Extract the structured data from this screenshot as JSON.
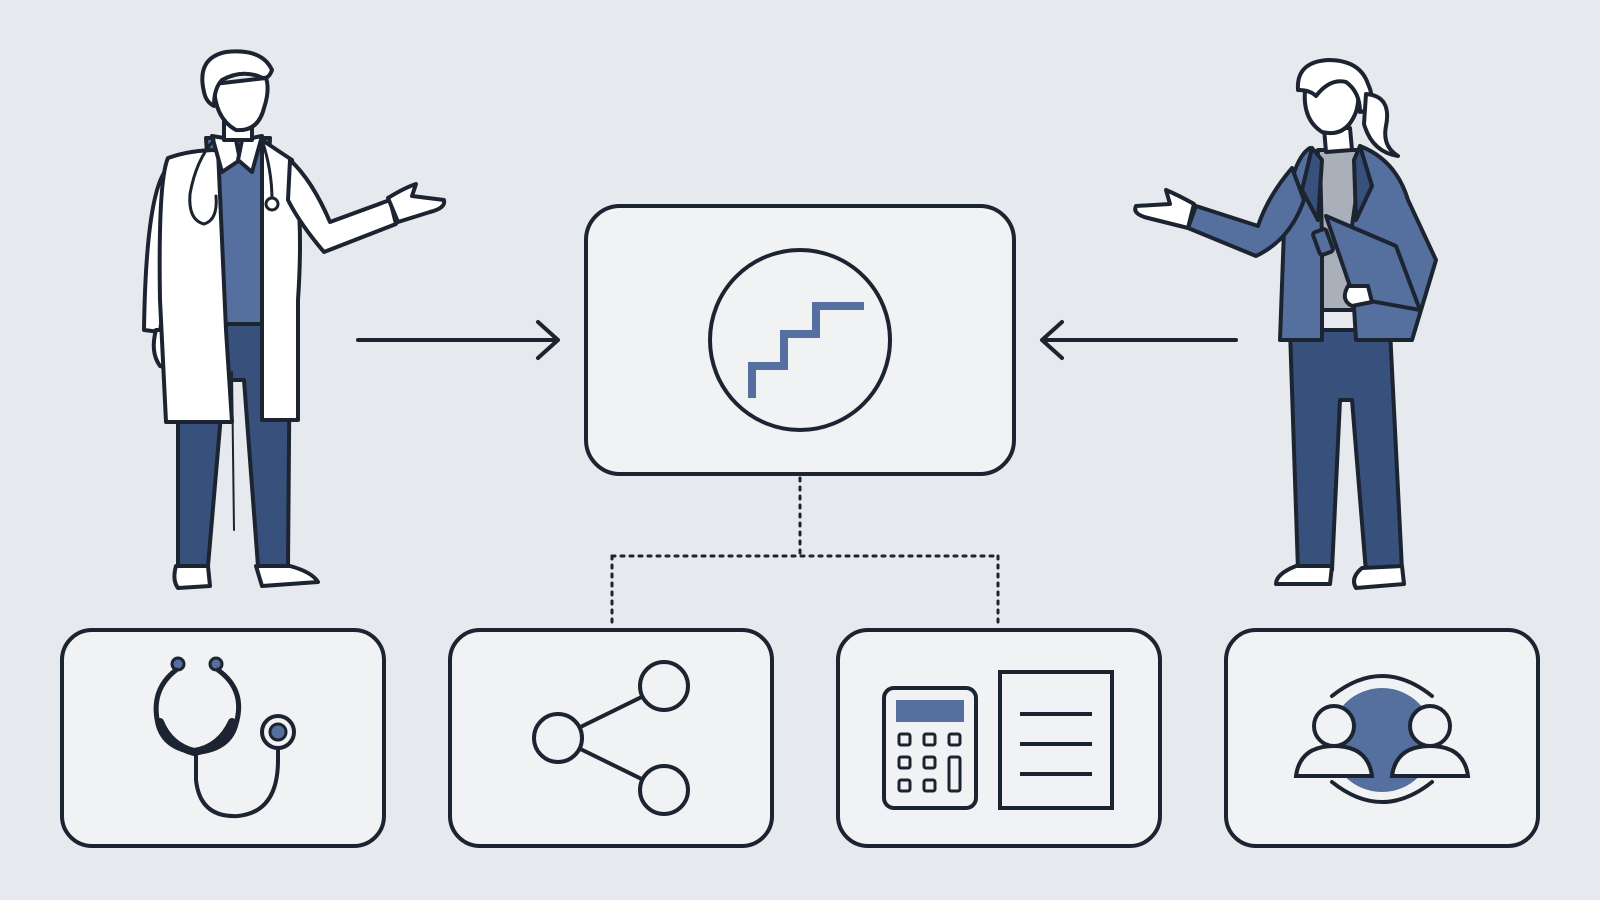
{
  "colors": {
    "background": "#e6eaee",
    "stroke": "#1c2431",
    "accent_blue": "#55709e",
    "navy": "#37507c",
    "box_fill": "#f1f2f3",
    "coat_white": "#ffffff",
    "shirt_gray": "#aab0ba"
  },
  "icons": {
    "center_icon": "ascending-steps-icon",
    "box_1": "stethoscope-icon",
    "box_2": "share-network-icon",
    "box_3": "calculator-document-icon",
    "box_4": "two-people-exchange-icon"
  },
  "figures": [
    "doctor-figure",
    "businesswoman-figure"
  ],
  "connectors": {
    "left_to_center": "arrow-right",
    "right_to_center": "arrow-left",
    "center_to_middle_boxes": "dotted-tree"
  }
}
